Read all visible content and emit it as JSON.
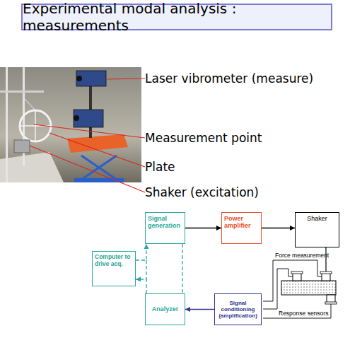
{
  "diagram": {
    "title": "Experimental modal analysis : measurements",
    "nodes": [
      {
        "text": [
          "Signal generation"
        ]
      },
      {
        "text": [
          "Power amplifier"
        ]
      },
      {
        "text": [
          "Shaker"
        ]
      },
      {
        "text": [
          "Computer to drive acq."
        ]
      },
      {
        "text": [
          "Analyzer"
        ]
      },
      {
        "text": [
          "Signal conditioning (amplification)"
        ]
      }
    ],
    "edges": [
      {
        "from": 0,
        "to": 1,
        "arrow": "to"
      },
      {
        "from": 1,
        "to": 2,
        "arrow": "to"
      },
      {
        "from": 3,
        "to": 0,
        "arrow": "to"
      },
      {
        "from": 4,
        "to": 3,
        "arrow": "to"
      },
      {
        "from": 5,
        "to": 4,
        "arrow": "to"
      }
    ],
    "labels": [
      "Laser vibrometer (measure)",
      "Measurement point",
      "Plate",
      "Shaker (excitation)",
      "Force measurement",
      "Response sensors"
    ]
  }
}
